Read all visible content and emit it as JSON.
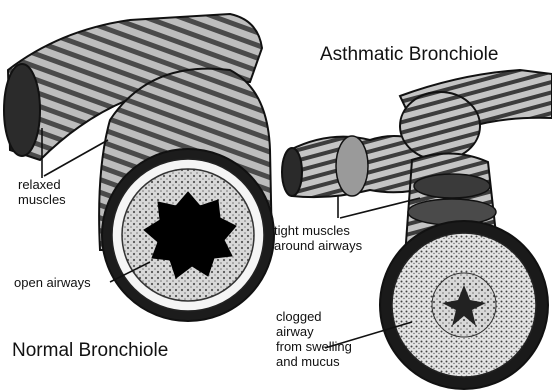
{
  "normal": {
    "title": "Normal Bronchiole",
    "relaxed_muscles": [
      "relaxed",
      "muscles"
    ],
    "open_airways": "open airways"
  },
  "asthmatic": {
    "title": "Asthmatic Bronchiole",
    "tight_muscles": [
      "tight muscles",
      "around airways"
    ],
    "clogged": [
      "clogged",
      "airway",
      "from swelling",
      "and mucus"
    ]
  }
}
